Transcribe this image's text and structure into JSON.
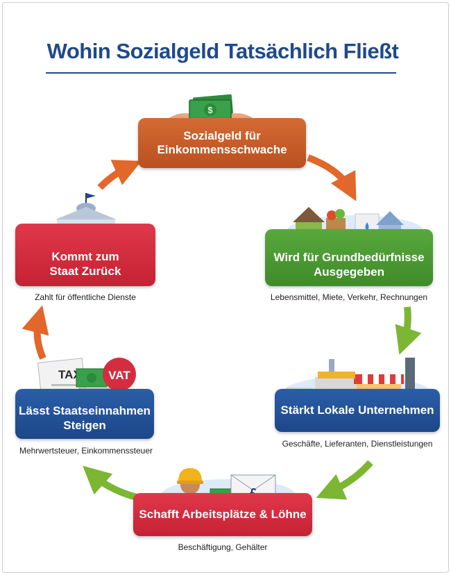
{
  "title": "Wohin Sozialgeld Tatsächlich Fließt",
  "colors": {
    "title": "#1f4a8a",
    "orange": "#c85b28",
    "green": "#4a9a32",
    "blue": "#1f4c91",
    "red": "#d42d3f",
    "arrow_orange": "#e2672a",
    "arrow_green": "#7cb632"
  },
  "steps": [
    {
      "label_line1": "Sozialgeld für",
      "label_line2": "Einkommensschwache",
      "subtitle": "",
      "icon": "money-hands-icon"
    },
    {
      "label_line1": "Wird für Grundbedürfnisse",
      "label_line2": "Ausgegeben",
      "subtitle": "Lebensmittel, Miete, Verkehr, Rechnungen",
      "icon": "houses-groceries-icon"
    },
    {
      "label_line1": "Stärkt Lokale Unternehmen",
      "label_line2": "",
      "subtitle": "Geschäfte, Lieferanten, Dienstleistungen",
      "icon": "shops-factory-icon"
    },
    {
      "label_line1": "Schafft Arbeitsplätze & Löhne",
      "label_line2": "",
      "subtitle": "Beschäftigung, Gehälter",
      "icon": "worker-pay-icon"
    },
    {
      "label_line1": "Lässt Staatseinnahmen",
      "label_line2": "Steigen",
      "subtitle": "Mehrwertsteuer, Einkommenssteuer",
      "icon": "tax-vat-icon"
    },
    {
      "label_line1": "Kommt zum",
      "label_line2": "Staat Zurück",
      "subtitle": "Zahlt für öffentliche Dienste",
      "icon": "government-building-icon"
    }
  ],
  "icon_text": {
    "tax": "TAX",
    "vat": "VAT",
    "pound": "£",
    "dollar": "$"
  }
}
